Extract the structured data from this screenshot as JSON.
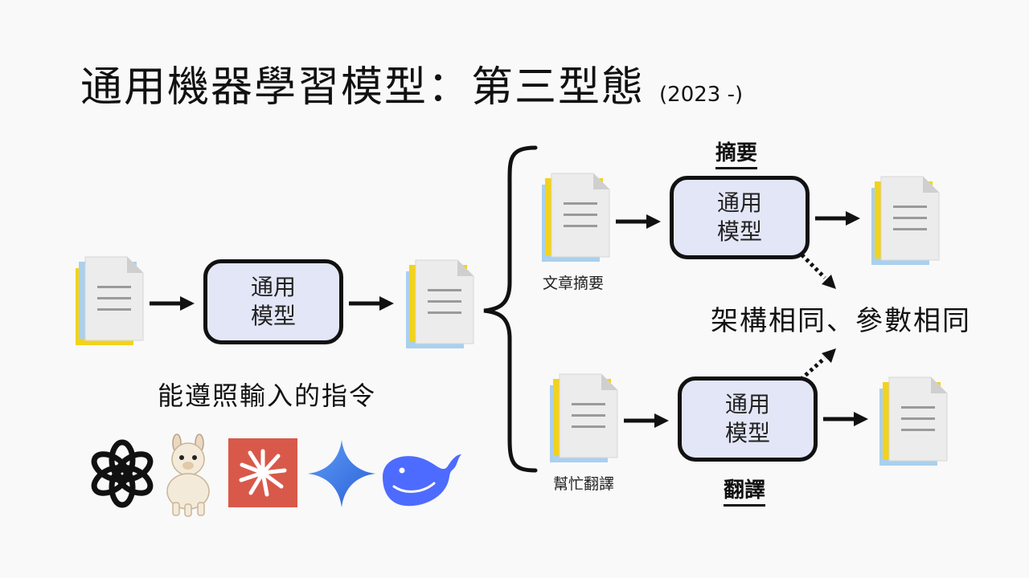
{
  "slide": {
    "title": "通用機器學習模型：第三型態",
    "year": "(2023 -)",
    "left_model": {
      "line1": "通用",
      "line2": "模型"
    },
    "caption": "能遵照輸入的指令",
    "summary": {
      "heading": "摘要",
      "input_label": "文章摘要",
      "model": {
        "line1": "通用",
        "line2": "模型"
      }
    },
    "translate": {
      "heading": "翻譯",
      "input_label": "幫忙翻譯",
      "model": {
        "line1": "通用",
        "line2": "模型"
      }
    },
    "note": "架構相同、參數相同",
    "logos": [
      "openai-logo",
      "llama-logo",
      "claude-logo",
      "gemini-logo",
      "deepseek-logo"
    ],
    "colors": {
      "doc_back_yellow": "#f3d21c",
      "doc_back_blue": "#a9d0ee",
      "model_fill": "#e2e6f6",
      "claude_bg": "#d8594a",
      "gemini_blue": "#3f7ae8",
      "deepseek_blue": "#4d6bfe"
    }
  }
}
